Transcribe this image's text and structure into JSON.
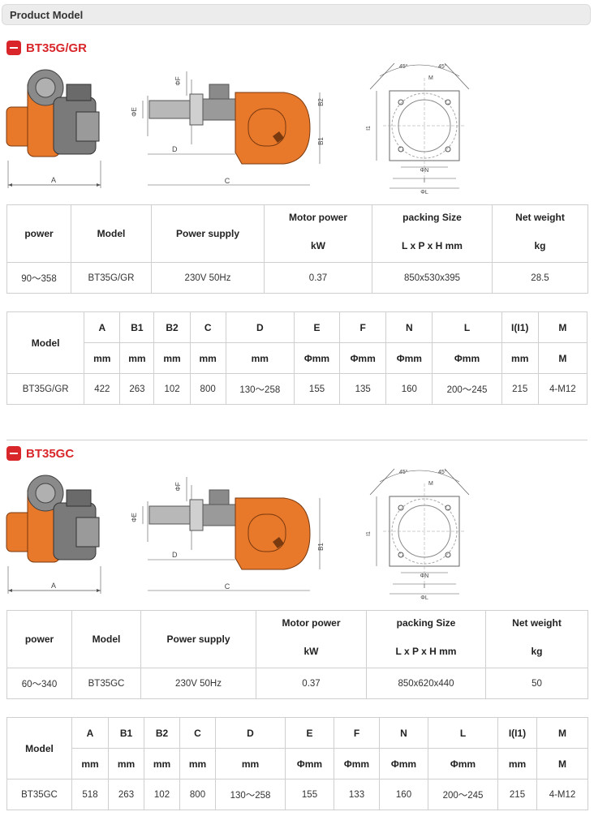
{
  "header": {
    "title": "Product Model"
  },
  "diagram_labels": {
    "A": "A",
    "C": "C",
    "D": "D",
    "phiE": "ΦE",
    "phiF": "ΦF",
    "B1": "B1",
    "B2": "B2",
    "ang": "45°",
    "M": "M",
    "I1": "I1",
    "phiN": "ΦN",
    "I": "I",
    "phiL": "ΦL"
  },
  "sections": [
    {
      "title": "BT35G/GR",
      "table1": {
        "headers": [
          {
            "l1": "power"
          },
          {
            "l1": "Model"
          },
          {
            "l1": "Power supply"
          },
          {
            "l1": "Motor power",
            "l2": "kW"
          },
          {
            "l1": "packing Size",
            "l2": "L x P x H mm"
          },
          {
            "l1": "Net weight",
            "l2": "kg"
          }
        ],
        "row": [
          "90～358",
          "BT35G/GR",
          "230V 50Hz",
          "0.37",
          "850x530x395",
          "28.5"
        ]
      },
      "table2": {
        "model_header": "Model",
        "cols": [
          "A",
          "B1",
          "B2",
          "C",
          "D",
          "E",
          "F",
          "N",
          "L",
          "I(I1)",
          "M"
        ],
        "units": [
          "mm",
          "mm",
          "mm",
          "mm",
          "mm",
          "Φmm",
          "Φmm",
          "Φmm",
          "Φmm",
          "mm",
          "M"
        ],
        "model": "BT35G/GR",
        "values": [
          "422",
          "263",
          "102",
          "800",
          "130～258",
          "155",
          "135",
          "160",
          "200～245",
          "215",
          "4-M12"
        ]
      }
    },
    {
      "title": "BT35GC",
      "table1": {
        "headers": [
          {
            "l1": "power"
          },
          {
            "l1": "Model"
          },
          {
            "l1": "Power supply"
          },
          {
            "l1": "Motor power",
            "l2": "kW"
          },
          {
            "l1": "packing Size",
            "l2": "L x P x H mm"
          },
          {
            "l1": "Net weight",
            "l2": "kg"
          }
        ],
        "row": [
          "60～340",
          "BT35GC",
          "230V 50Hz",
          "0.37",
          "850x620x440",
          "50"
        ]
      },
      "table2": {
        "model_header": "Model",
        "cols": [
          "A",
          "B1",
          "B2",
          "C",
          "D",
          "E",
          "F",
          "N",
          "L",
          "I(I1)",
          "M"
        ],
        "units": [
          "mm",
          "mm",
          "mm",
          "mm",
          "mm",
          "Φmm",
          "Φmm",
          "Φmm",
          "Φmm",
          "mm",
          "M"
        ],
        "model": "BT35GC",
        "values": [
          "518",
          "263",
          "102",
          "800",
          "130～258",
          "155",
          "133",
          "160",
          "200～245",
          "215",
          "4-M12"
        ]
      }
    }
  ]
}
